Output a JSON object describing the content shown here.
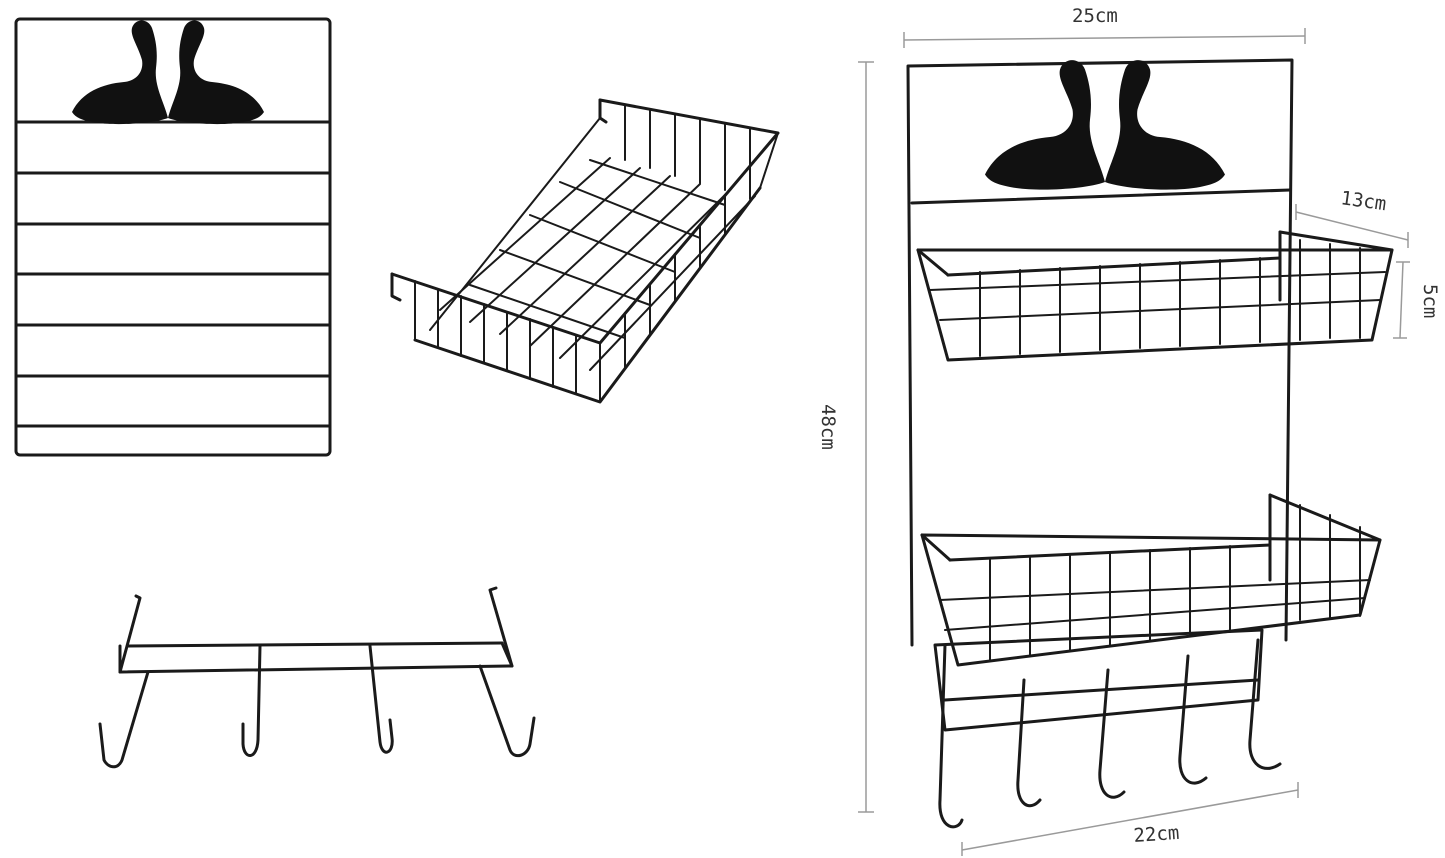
{
  "colors": {
    "wire": "#1a1a1a",
    "dimension_line": "#9a9a9a",
    "label_text": "#333333",
    "background": "#ffffff"
  },
  "dimensions": {
    "top_width": "25cm",
    "height": "48cm",
    "shelf_depth": "13cm",
    "shelf_height": "5cm",
    "bottom_width": "22cm"
  },
  "icons": [
    "swan-pair-icon"
  ]
}
